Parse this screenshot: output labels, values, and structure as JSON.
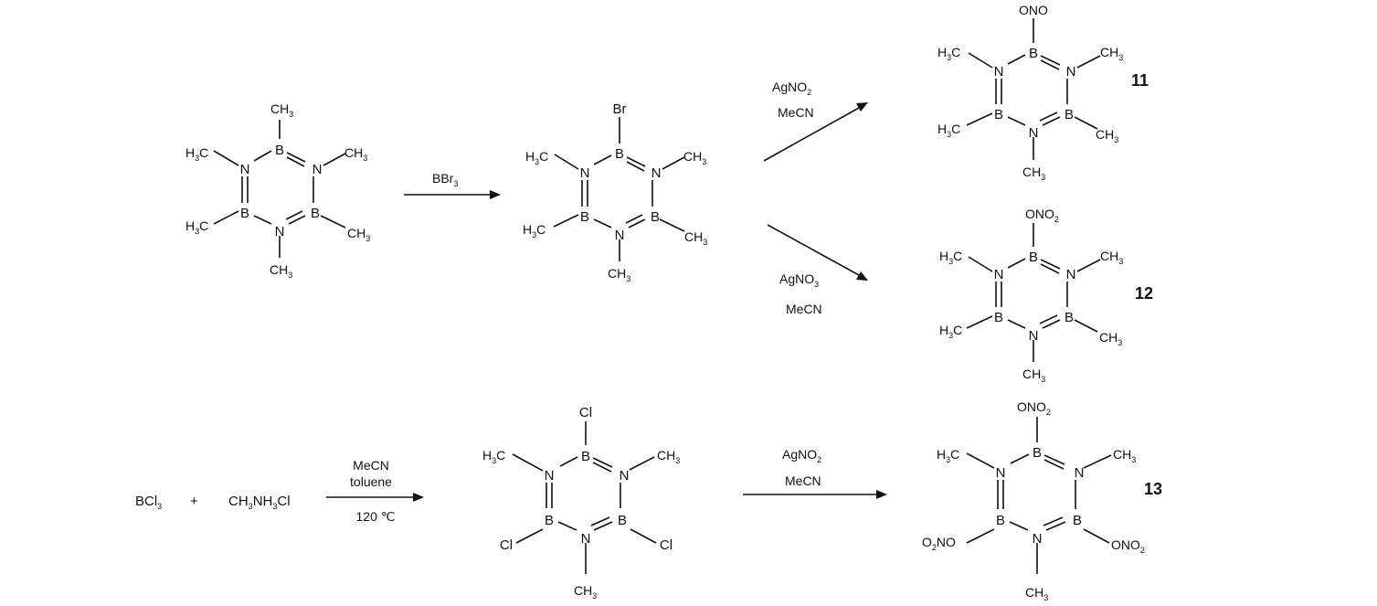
{
  "title": "",
  "reagents": {
    "r1_top": "BBr",
    "r1_top_sub": "3",
    "r2_top": "AgNO",
    "r2_top_sub": "2",
    "r2_bottom": "MeCN",
    "r3_top": "AgNO",
    "r3_top_sub": "3",
    "r3_bottom": "MeCN",
    "r4_top": "MeCN",
    "r4_mid": "toluene",
    "r4_bottom": "120 ℃",
    "r5_top": "AgNO",
    "r5_top_sub": "2",
    "r5_bottom": "MeCN"
  },
  "starting_materials": {
    "bcl3": "BCl",
    "bcl3_sub": "3",
    "plus": "+",
    "amine_1": "CH",
    "amine_sub1": "3",
    "amine_2": "NH",
    "amine_sub2": "3",
    "amine_3": "Cl"
  },
  "compound_labels": {
    "c11": "11",
    "c12": "12",
    "c13": "13"
  },
  "atoms": {
    "N": "N",
    "B": "B",
    "Br": "Br",
    "Cl": "Cl",
    "C": "C",
    "H": "H",
    "H3": "H",
    "CH": "CH",
    "three": "3",
    "ONO": "ONO",
    "ONO2": "ONO",
    "two": "2",
    "O2NO_o": "O",
    "O2NO_no": "NO"
  },
  "colors": {
    "ink": "#111111",
    "background": "#ffffff"
  }
}
